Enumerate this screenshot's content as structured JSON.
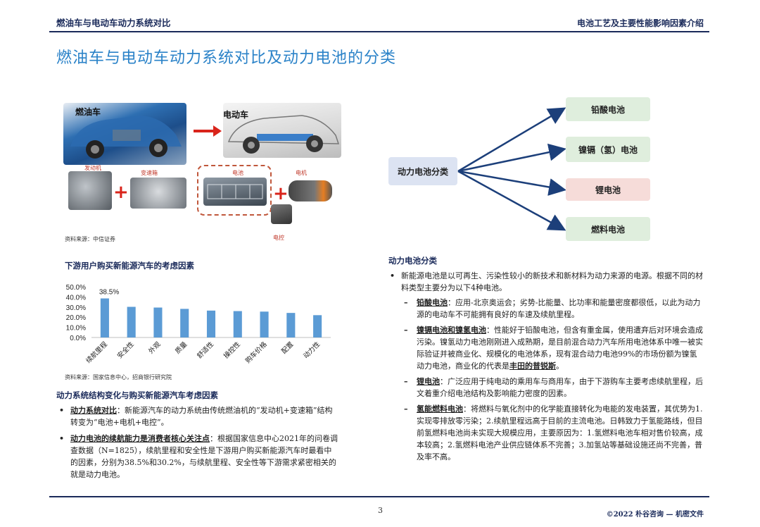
{
  "header": {
    "left": "燃油车与电动车动力系统对比",
    "right": "电池工艺及主要性能影响因素介绍"
  },
  "page_title": "燃油车与电动车动力系统对比及动力电池的分类",
  "illustration": {
    "fuel_car_label": "燃油车",
    "ev_label": "电动车",
    "engine_label": "发动机",
    "gearbox_label": "变速箱",
    "battery_label": "电池",
    "motor_label": "电机",
    "controller_label": "电控",
    "source": "资料来源：中信证券"
  },
  "diagram": {
    "root": "动力电池分类",
    "children": [
      {
        "label": "铅酸电池",
        "color": "#dfeedd"
      },
      {
        "label": "镍镉（氢）电池",
        "color": "#dfeedd"
      },
      {
        "label": "锂电池",
        "color": "#f6dcd9"
      },
      {
        "label": "燃料电池",
        "color": "#dfeedd"
      }
    ],
    "root_color": "#dce3f2",
    "arrow_color": "#1c3f7a"
  },
  "chart_section_title": "下游用户购买新能源汽车的考虑因素",
  "chart_data": {
    "type": "bar",
    "categories": [
      "续航里程",
      "安全性",
      "外观",
      "质量",
      "舒适性",
      "操控性",
      "购车价格",
      "配置",
      "动力性"
    ],
    "values": [
      38.5,
      30.2,
      29.5,
      28.2,
      26.5,
      26.0,
      25.5,
      24.2,
      22.0
    ],
    "ylim": [
      0,
      50
    ],
    "yticks": [
      "50.0%",
      "40.0%",
      "30.0%",
      "20.0%",
      "10.0%",
      "0.0%"
    ],
    "data_labels": [
      "38.5%"
    ],
    "bar_color": "#5b9bd5",
    "grid": false
  },
  "chart_source": "资料来源：国家信息中心，招商银行研究院",
  "left_section_title": "动力系统结构变化与购买新能源汽车考虑因素",
  "left_bullets": [
    {
      "head": "动力系统对比",
      "text": "：新能源汽车的动力系统由传统燃油机的“发动机+变速箱”结构转变为“电池+电机+电控”。"
    },
    {
      "head": "动力电池的续航能力是消费者核心关注点",
      "text": "：根据国家信息中心2021年的问卷调查数据（N=1825），续航里程和安全性是下游用户购买新能源汽车时最看中的因素，分别为38.5%和30.2%，与续航里程、安全性等下游需求紧密相关的就是动力电池。"
    }
  ],
  "right_section_title": "动力电池分类",
  "right_intro": "新能源电池是以可再生、污染性较小的新技术和新材料为动力来源的电源。根据不同的材料类型主要分为以下4种电池。",
  "right_items": [
    {
      "head": "铅酸电池",
      "text": "：应用-北京奥运会；劣势-比能量、比功率和能量密度都很低，以此为动力源的电动车不可能拥有良好的车速及续航里程。"
    },
    {
      "head": "镍镉电池和镍氢电池",
      "text": "：性能好于铅酸电池，但含有重金属，使用遭弃后对环境会造成污染。镍氢动力电池刚刚进入成熟期，是目前混合动力汽车所用电池体系中唯一被实际验证并被商业化、规模化的电池体系，现有混合动力电池99%的市场份额为镍氢动力电池，商业化的代表是",
      "tail": "丰田的普锐斯",
      "end": "。"
    },
    {
      "head": "锂电池",
      "text": "：广泛应用于纯电动的乘用车与商用车，由于下游购车主要考虑续航里程，后文着重介绍电池结构及影响能力密度的因素。"
    },
    {
      "head": "氢能燃料电池",
      "text": "：将燃料与氧化剂中的化学能直接转化为电能的发电装置，其优势为1.实现零排放零污染；2.续航里程远高于目前的主流电池。日韩致力于氢能路线，但目前氢燃料电池尚未实现大规模应用，主要原因为：1.氢燃料电池车相对售价较高，成本较高；2.氢燃料电池产业供应链体系不完善；3.加氢站等基础设施还尚不完善，普及率不高。"
    }
  ],
  "footer": {
    "page": "3",
    "copyright": "©2022 朴谷咨询 — 机密文件"
  }
}
